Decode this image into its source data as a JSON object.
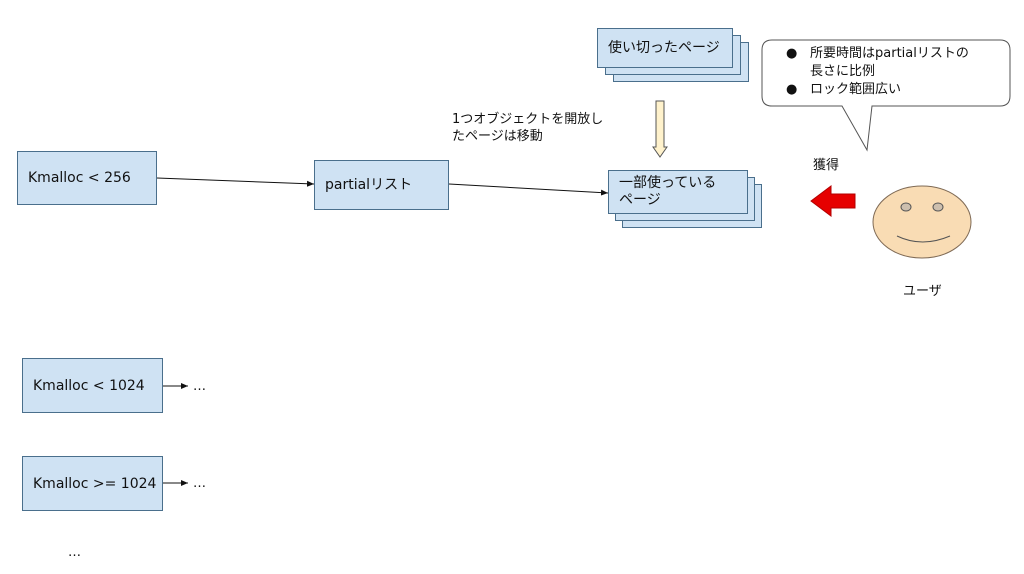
{
  "nodes": {
    "kmalloc_256": "Kmalloc < 256",
    "partial_list": "partialリスト",
    "partial_used_pages": [
      "一部使っている",
      "ページ"
    ],
    "used_up_pages": "使い切ったページ",
    "kmalloc_1024": "Kmalloc < 1024",
    "kmalloc_ge_1024": "Kmalloc >= 1024"
  },
  "continuations": {
    "after_1024": "…",
    "after_ge_1024": "…",
    "more_rows": "…"
  },
  "annotations": {
    "move_note": [
      "1つオブジェクトを開放し",
      "たページは移動"
    ],
    "acquire": "獲得",
    "user_label": "ユーザ"
  },
  "callout": {
    "bullet": "●",
    "items": [
      "所要時間はpartialリストの",
      "長さに比例",
      "ロック範囲広い"
    ]
  },
  "colors": {
    "box_fill": "#cfe2f3",
    "box_border": "#4a6f8c",
    "acquire_arrow": "#e60000",
    "down_arrow_fill": "#fff2cc",
    "face_fill": "#f9dcb4"
  }
}
